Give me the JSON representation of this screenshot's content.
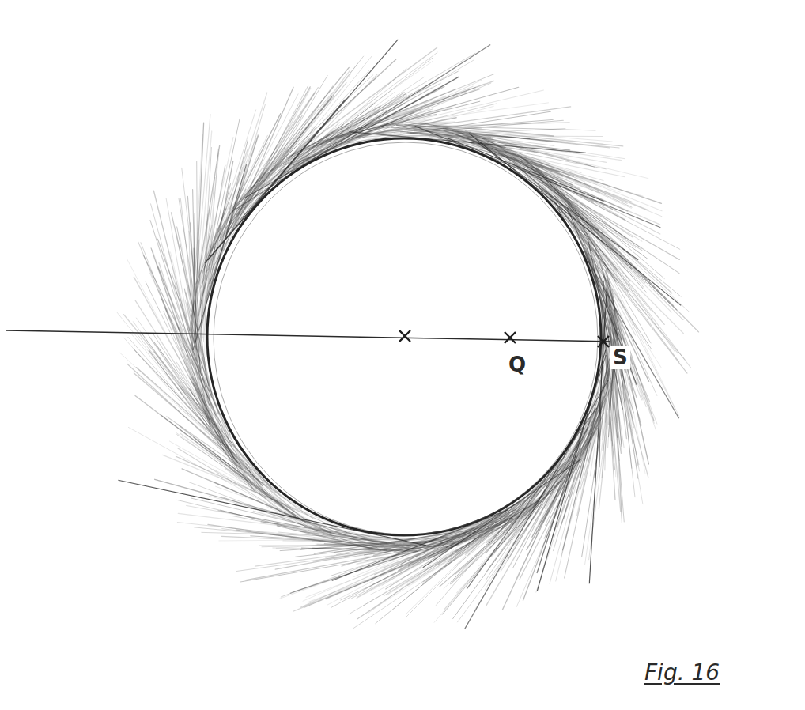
{
  "diagram": {
    "labels": [
      "Q",
      "S",
      "Fig. 16"
    ]
  }
}
